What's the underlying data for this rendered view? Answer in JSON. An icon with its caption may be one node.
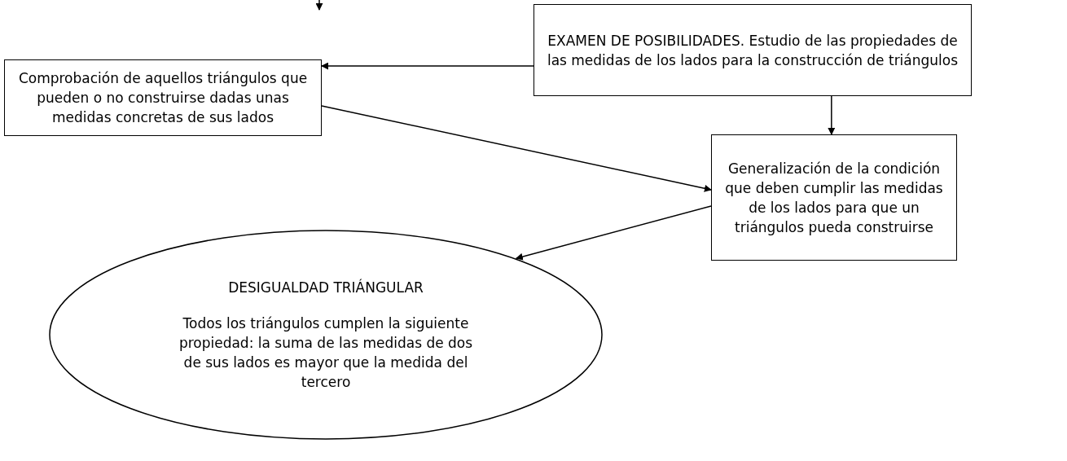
{
  "diagram": {
    "nodes": [
      {
        "text": [
          "Comprobación de aquellos triángulos que pueden o no construirse dadas unas medidas concretas de sus lados"
        ]
      },
      {
        "text": [
          "EXAMEN DE POSIBILIDADES. Estudio de las propiedades de las medidas de los lados para la construcción de triángulos"
        ]
      },
      {
        "text": [
          "Generalización de la condición que deben cumplir las medidas de los lados para que un triángulos pueda construirse"
        ]
      },
      {
        "text": [
          "DESIGUALDAD TRIÁNGULAR",
          "Todos los triángulos cumplen la siguiente propiedad: la suma de las medidas de dos de sus lados es mayor que la medida del tercero"
        ]
      }
    ],
    "edges": [
      {
        "from": 1,
        "to": 0,
        "arrow": "to"
      },
      {
        "from": 0,
        "to": 2,
        "arrow": "to"
      },
      {
        "from": 1,
        "to": 2,
        "arrow": "to"
      },
      {
        "from": 2,
        "to": 3,
        "arrow": "to"
      }
    ]
  }
}
